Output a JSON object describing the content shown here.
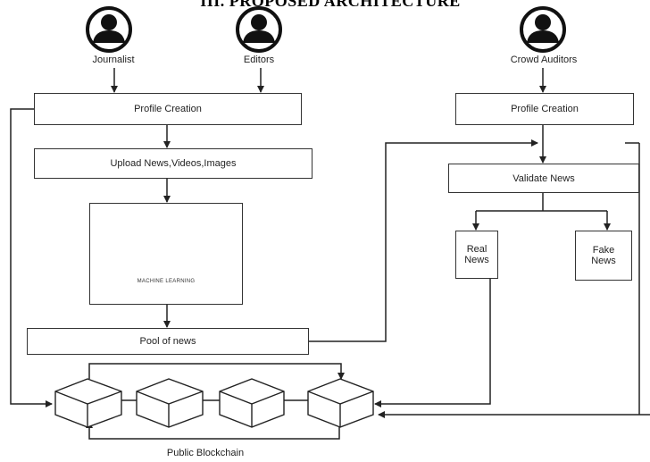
{
  "title": "III. PROPOSED ARCHITECTURE",
  "actors": {
    "journalist": "Journalist",
    "editors": "Editors",
    "crowd_auditors": "Crowd Auditors"
  },
  "left_flow": {
    "profile_creation": "Profile Creation",
    "upload": "Upload News,Videos,Images",
    "ml_caption": "MACHINE LEARNING",
    "pool": "Pool of news"
  },
  "right_flow": {
    "profile_creation": "Profile Creation",
    "validate": "Validate News",
    "real_line1": "Real",
    "real_line2": "News",
    "fake_line1": "Fake",
    "fake_line2": "News"
  },
  "blockchain_label": "Public Blockchain",
  "icons": {
    "user": "user-avatar-icon",
    "brain": "ml-brain-circuit-icon",
    "block": "cube-icon"
  }
}
